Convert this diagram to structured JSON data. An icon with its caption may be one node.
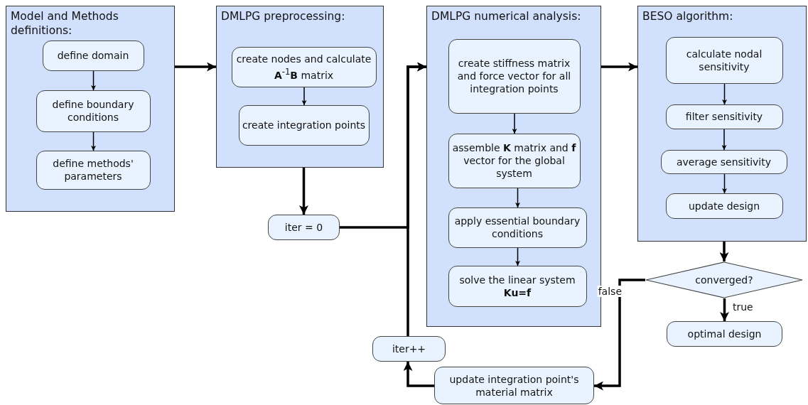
{
  "diagram": {
    "nodes": [
      {
        "text": [
          "Model and Methods definitions:"
        ]
      },
      {
        "text": [
          "define domain"
        ],
        "in": 0
      },
      {
        "text": [
          "define boundary conditions"
        ],
        "in": 0
      },
      {
        "text": [
          "define methods' parameters"
        ],
        "in": 0
      },
      {
        "text": [
          "DMLPG preprocessing:"
        ]
      },
      {
        "text": [
          "create nodes and calculate **A**$^{-1}$**B** matrix"
        ],
        "in": 4
      },
      {
        "text": [
          "create integration points"
        ],
        "in": 4
      },
      {
        "text": [
          "iter = 0"
        ]
      },
      {
        "text": [
          "DMLPG numerical analysis:"
        ]
      },
      {
        "text": [
          "create stiffness matrix and force vector for all integration points"
        ],
        "in": 8
      },
      {
        "text": [
          "assemble **K** matrix and **f** vector for the global system"
        ],
        "in": 8
      },
      {
        "text": [
          "apply essential boundary conditions"
        ],
        "in": 8
      },
      {
        "text": [
          "solve the linear system **Ku=f**"
        ],
        "in": 8
      },
      {
        "text": [
          "BESO algorithm:"
        ]
      },
      {
        "text": [
          "calculate nodal sensitivity"
        ],
        "in": 13
      },
      {
        "text": [
          "filter sensitivity"
        ],
        "in": 13
      },
      {
        "text": [
          "average sensitivity"
        ],
        "in": 13
      },
      {
        "text": [
          "update design"
        ],
        "in": 13
      },
      {
        "text": [
          "converged?"
        ]
      },
      {
        "text": [
          "optimal design"
        ]
      },
      {
        "text": [
          "iter++"
        ]
      },
      {
        "text": [
          "update integration point's material matrix"
        ]
      }
    ],
    "edges": [
      {
        "from": 0,
        "to": 4,
        "arrow": "to",
        "style": "thick"
      },
      {
        "from": 1,
        "to": 2,
        "arrow": "to"
      },
      {
        "from": 2,
        "to": 3,
        "arrow": "to"
      },
      {
        "from": 5,
        "to": 6,
        "arrow": "to"
      },
      {
        "from": 4,
        "to": 7,
        "arrow": "to",
        "style": "thick"
      },
      {
        "from": 7,
        "to": 8,
        "arrow": "to",
        "style": "thick"
      },
      {
        "from": 8,
        "to": 13,
        "arrow": "to",
        "style": "thick"
      },
      {
        "from": 9,
        "to": 10,
        "arrow": "to"
      },
      {
        "from": 10,
        "to": 11,
        "arrow": "to"
      },
      {
        "from": 11,
        "to": 12,
        "arrow": "to"
      },
      {
        "from": 14,
        "to": 15,
        "arrow": "to"
      },
      {
        "from": 15,
        "to": 16,
        "arrow": "to"
      },
      {
        "from": 16,
        "to": 17,
        "arrow": "to"
      },
      {
        "from": 13,
        "to": 18,
        "arrow": "to",
        "style": "thick"
      },
      {
        "from": 18,
        "to": 19,
        "arrow": "to",
        "style": "thick",
        "label": "true"
      },
      {
        "from": 18,
        "to": 21,
        "arrow": "to",
        "style": "thick",
        "label": "false"
      },
      {
        "from": 21,
        "to": 20,
        "arrow": "to",
        "style": "thick"
      },
      {
        "from": 20,
        "to": 8,
        "arrow": "to",
        "style": "thick"
      }
    ]
  }
}
